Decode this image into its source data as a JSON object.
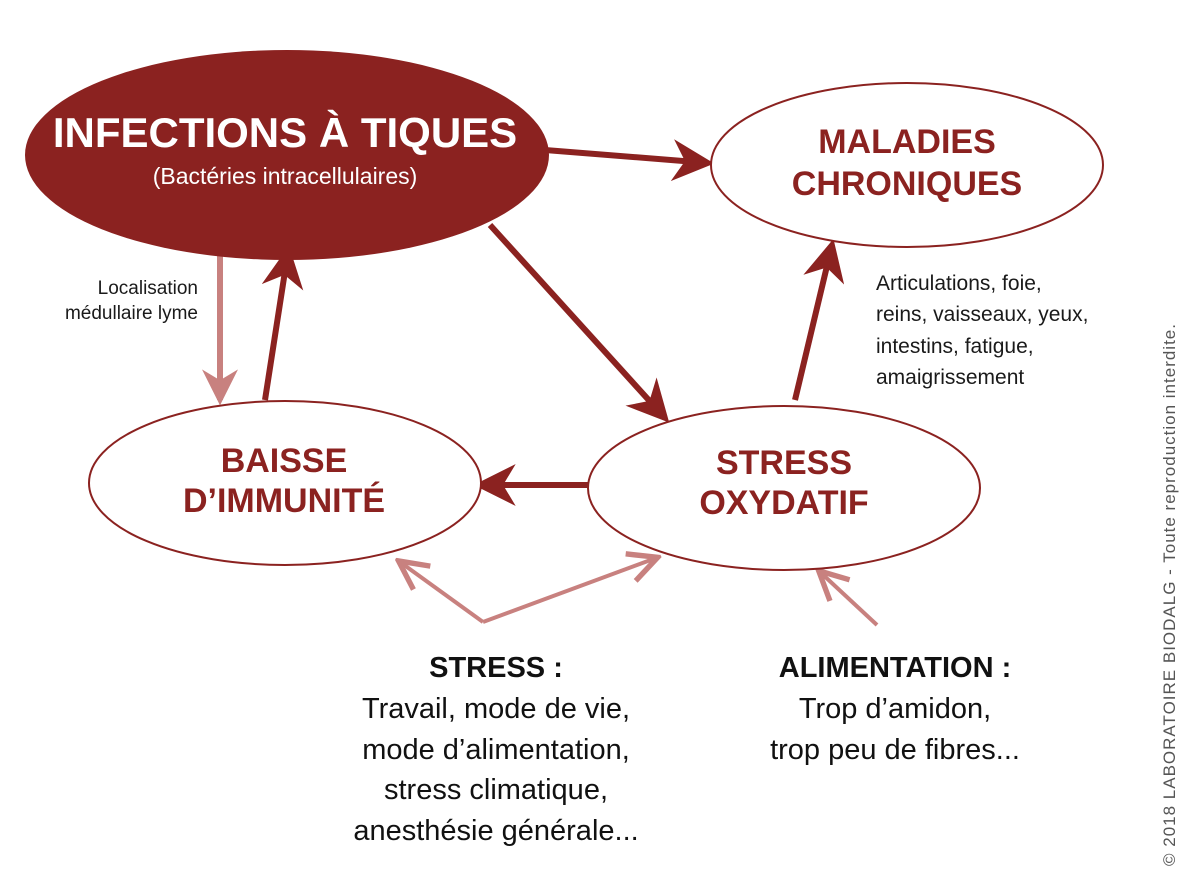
{
  "colors": {
    "primary": "#8b2220",
    "secondary_arrow": "#c8817f",
    "text_dark": "#111111",
    "background": "#ffffff"
  },
  "nodes": {
    "infections": {
      "title": "INFECTIONS À TIQUES",
      "subtitle": "(Bactéries intracellulaires)"
    },
    "maladies": {
      "line1": "MALADIES",
      "line2": "CHRONIQUES"
    },
    "baisse": {
      "line1": "BAISSE",
      "line2": "D’IMMUNITÉ"
    },
    "stress_oxydatif": {
      "line1": "STRESS",
      "line2": "OXYDATIF"
    }
  },
  "notes": {
    "localisation": [
      "Localisation",
      "médullaire lyme"
    ],
    "symptoms": [
      "Articulations, foie,",
      "reins, vaisseaux, yeux,",
      "intestins, fatigue,",
      "amaigrissement"
    ]
  },
  "factors": {
    "stress": {
      "title": "STRESS :",
      "lines": [
        "Travail, mode de vie,",
        "mode d’alimentation,",
        "stress climatique,",
        "anesthésie générale..."
      ]
    },
    "alimentation": {
      "title": "ALIMENTATION :",
      "lines": [
        "Trop d’amidon,",
        "trop peu de fibres..."
      ]
    }
  },
  "copyright": "© 2018 LABORATOIRE BIODALG - Toute reproduction interdite."
}
